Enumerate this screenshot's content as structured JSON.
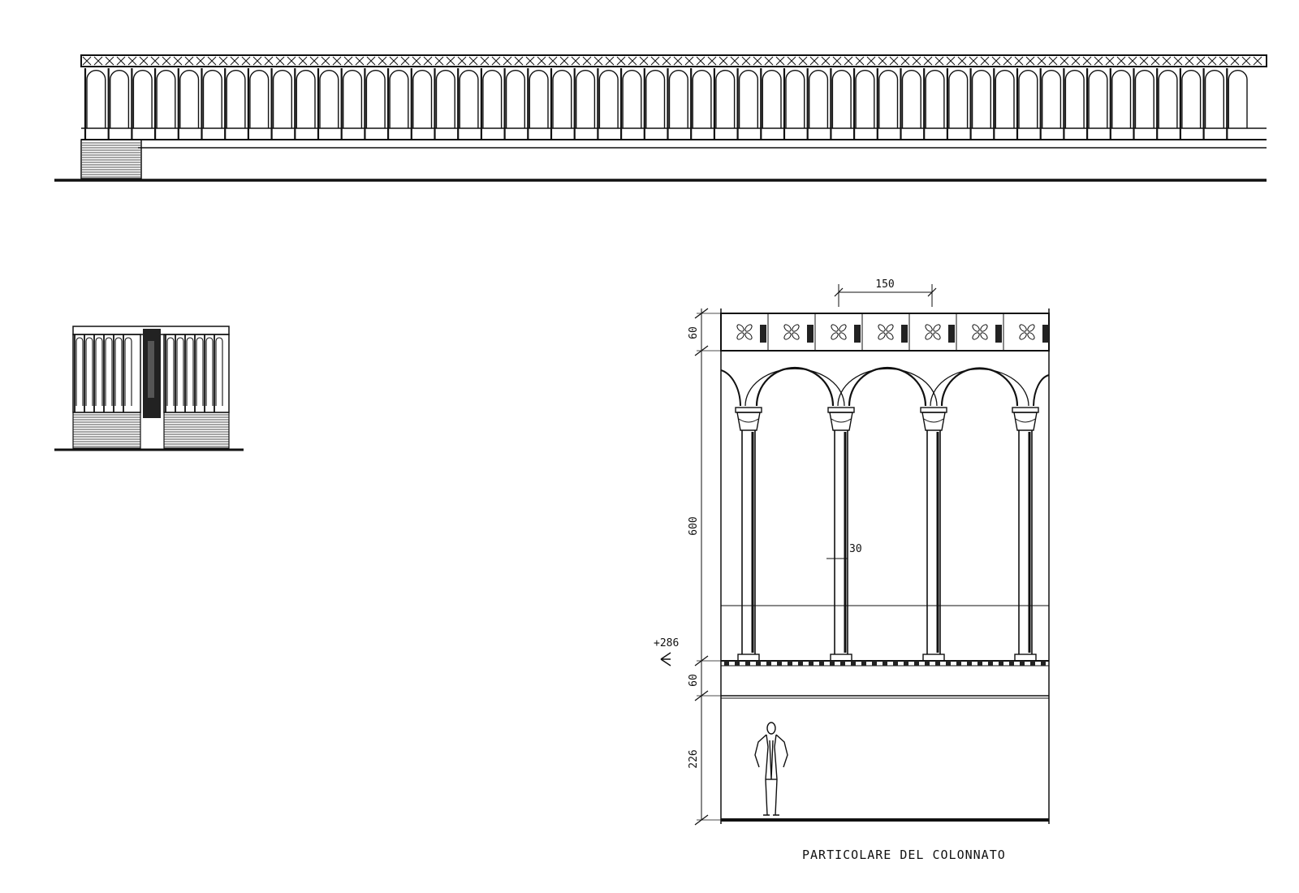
{
  "drawing": {
    "caption": "PARTICOLARE DEL COLONNATO",
    "ink_color": "#111111",
    "paper_color": "#ffffff",
    "dimensions": {
      "bay_width": "150",
      "column_diameter": "30",
      "frieze_height": "60",
      "arcade_height": "600",
      "plinth_height": "60",
      "base_height": "226",
      "level_mark": "+286"
    }
  }
}
